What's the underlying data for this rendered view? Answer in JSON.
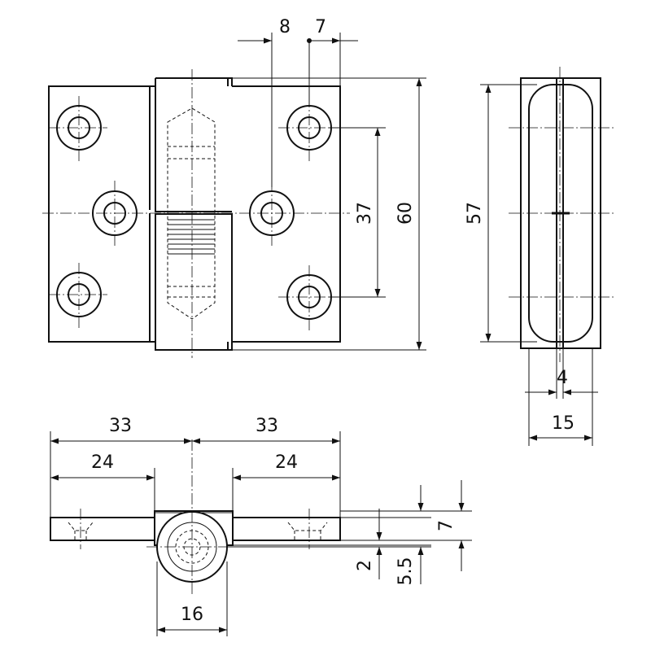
{
  "dimensions": {
    "front_view": {
      "top_offset_left": "8",
      "top_offset_right": "7",
      "hole_spacing": "37",
      "overall_height": "60"
    },
    "side_view": {
      "inner_height": "57",
      "pin_width": "4",
      "overall_width": "15"
    },
    "top_view": {
      "half_width_left": "33",
      "half_width_right": "33",
      "leaf_length_left": "24",
      "leaf_length_right": "24",
      "leaf_thickness": "7",
      "offset_small": "2",
      "offset_knuckle": "5.5",
      "knuckle_diameter": "16"
    }
  }
}
